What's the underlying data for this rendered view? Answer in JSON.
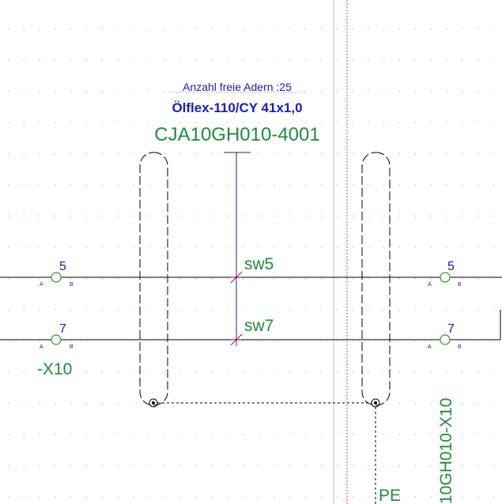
{
  "cable": {
    "free_cores_label": "Anzahl freie Adern :25",
    "type_label": "Ölflex-110/CY 41x1,0",
    "id_label": "CJA10GH010-4001"
  },
  "wires": {
    "upper_label": "sw5",
    "lower_label": "sw7"
  },
  "terminals": {
    "left_upper_number": "5",
    "left_lower_number": "7",
    "right_upper_number": "5",
    "right_lower_number": "7",
    "side_a": "A",
    "side_b": "B"
  },
  "strips": {
    "left_label": "-X10",
    "right_label": "10GH010-X10"
  },
  "ground": {
    "label": "PE"
  },
  "colors": {
    "green_text": "#1e8c3c",
    "blue_text": "#1a1ad0",
    "terminal": "#2a9a2a",
    "wire": "#000000",
    "cable_line": "#2020a0",
    "crossing": "#c00050",
    "sheet_border": "#e04040",
    "grid_dot": "#9a9a9a"
  }
}
